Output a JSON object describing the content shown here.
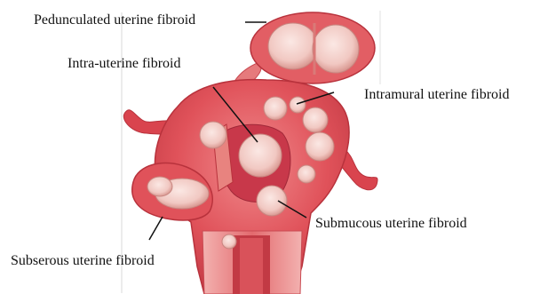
{
  "labels": {
    "pedunculated": "Pedunculated uterine fibroid",
    "intra_uterine": "Intra-uterine fibroid",
    "intramural": "Intramural uterine fibroid",
    "submucous": "Submucous uterine fibroid",
    "subserous": "Subserous uterine fibroid"
  },
  "colors": {
    "uterus_wall": "#e0525a",
    "uterus_dark": "#c23a44",
    "uterus_light": "#f4b4b4",
    "fibroid_fill": "#f3d0cc",
    "fibroid_edge": "#c88680",
    "cavity": "#d54550",
    "leader_line": "#111111"
  }
}
